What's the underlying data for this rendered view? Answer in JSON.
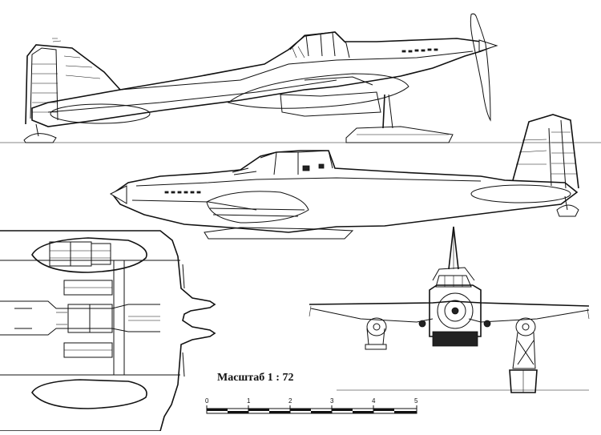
{
  "scale": {
    "label": "Масштаб 1 : 72",
    "ticks": [
      "0",
      "1",
      "2",
      "3",
      "4",
      "5"
    ]
  },
  "colors": {
    "ink": "#111111",
    "paper": "#ffffff"
  }
}
